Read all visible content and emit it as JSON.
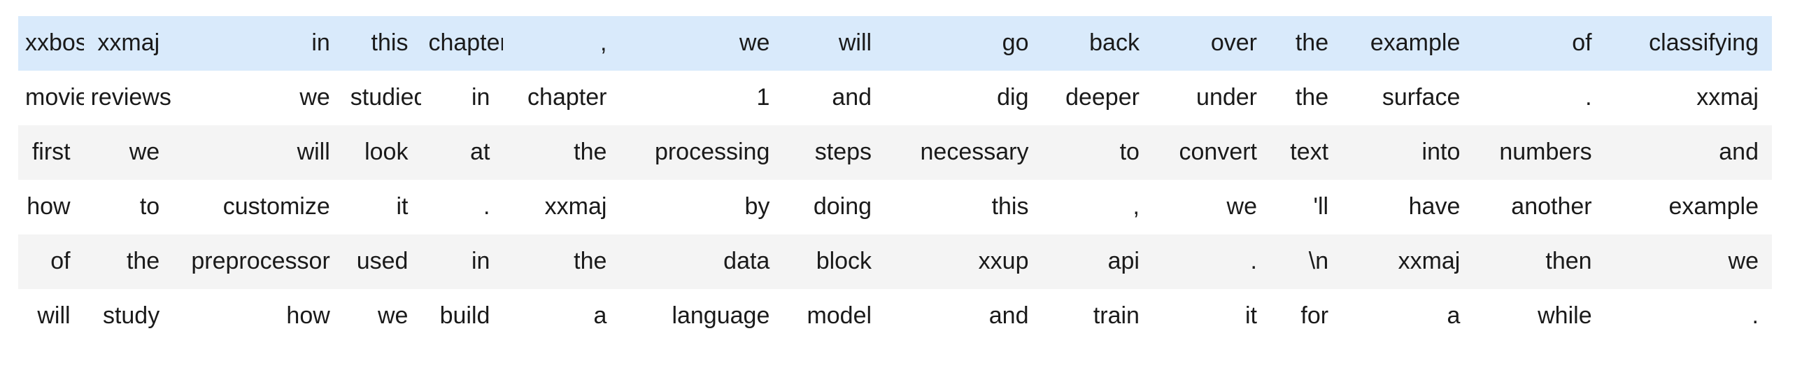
{
  "table": {
    "row_count": 6,
    "column_count": 15,
    "colors": {
      "highlight_row_background": "#d9eafb",
      "even_row_background": "#f4f4f4",
      "odd_row_background": "#ffffff",
      "text": "#1a1a1a",
      "page_background": "#ffffff"
    },
    "rows": [
      {
        "style": "highlight",
        "cells": [
          "xxbos",
          "xxmaj",
          "in",
          "this",
          "chapter",
          ",",
          "we",
          "will",
          "go",
          "back",
          "over",
          "the",
          "example",
          "of",
          "classifying"
        ]
      },
      {
        "style": "odd",
        "cells": [
          "movie",
          "reviews",
          "we",
          "studied",
          "in",
          "chapter",
          "1",
          "and",
          "dig",
          "deeper",
          "under",
          "the",
          "surface",
          ".",
          "xxmaj"
        ]
      },
      {
        "style": "even",
        "cells": [
          "first",
          "we",
          "will",
          "look",
          "at",
          "the",
          "processing",
          "steps",
          "necessary",
          "to",
          "convert",
          "text",
          "into",
          "numbers",
          "and"
        ]
      },
      {
        "style": "odd",
        "cells": [
          "how",
          "to",
          "customize",
          "it",
          ".",
          "xxmaj",
          "by",
          "doing",
          "this",
          ",",
          "we",
          "'ll",
          "have",
          "another",
          "example"
        ]
      },
      {
        "style": "even",
        "cells": [
          "of",
          "the",
          "preprocessor",
          "used",
          "in",
          "the",
          "data",
          "block",
          "xxup",
          "api",
          ".",
          "\\n",
          "xxmaj",
          "then",
          "we"
        ]
      },
      {
        "style": "odd",
        "cells": [
          "will",
          "study",
          "how",
          "we",
          "build",
          "a",
          "language",
          "model",
          "and",
          "train",
          "it",
          "for",
          "a",
          "while",
          "."
        ]
      }
    ]
  }
}
